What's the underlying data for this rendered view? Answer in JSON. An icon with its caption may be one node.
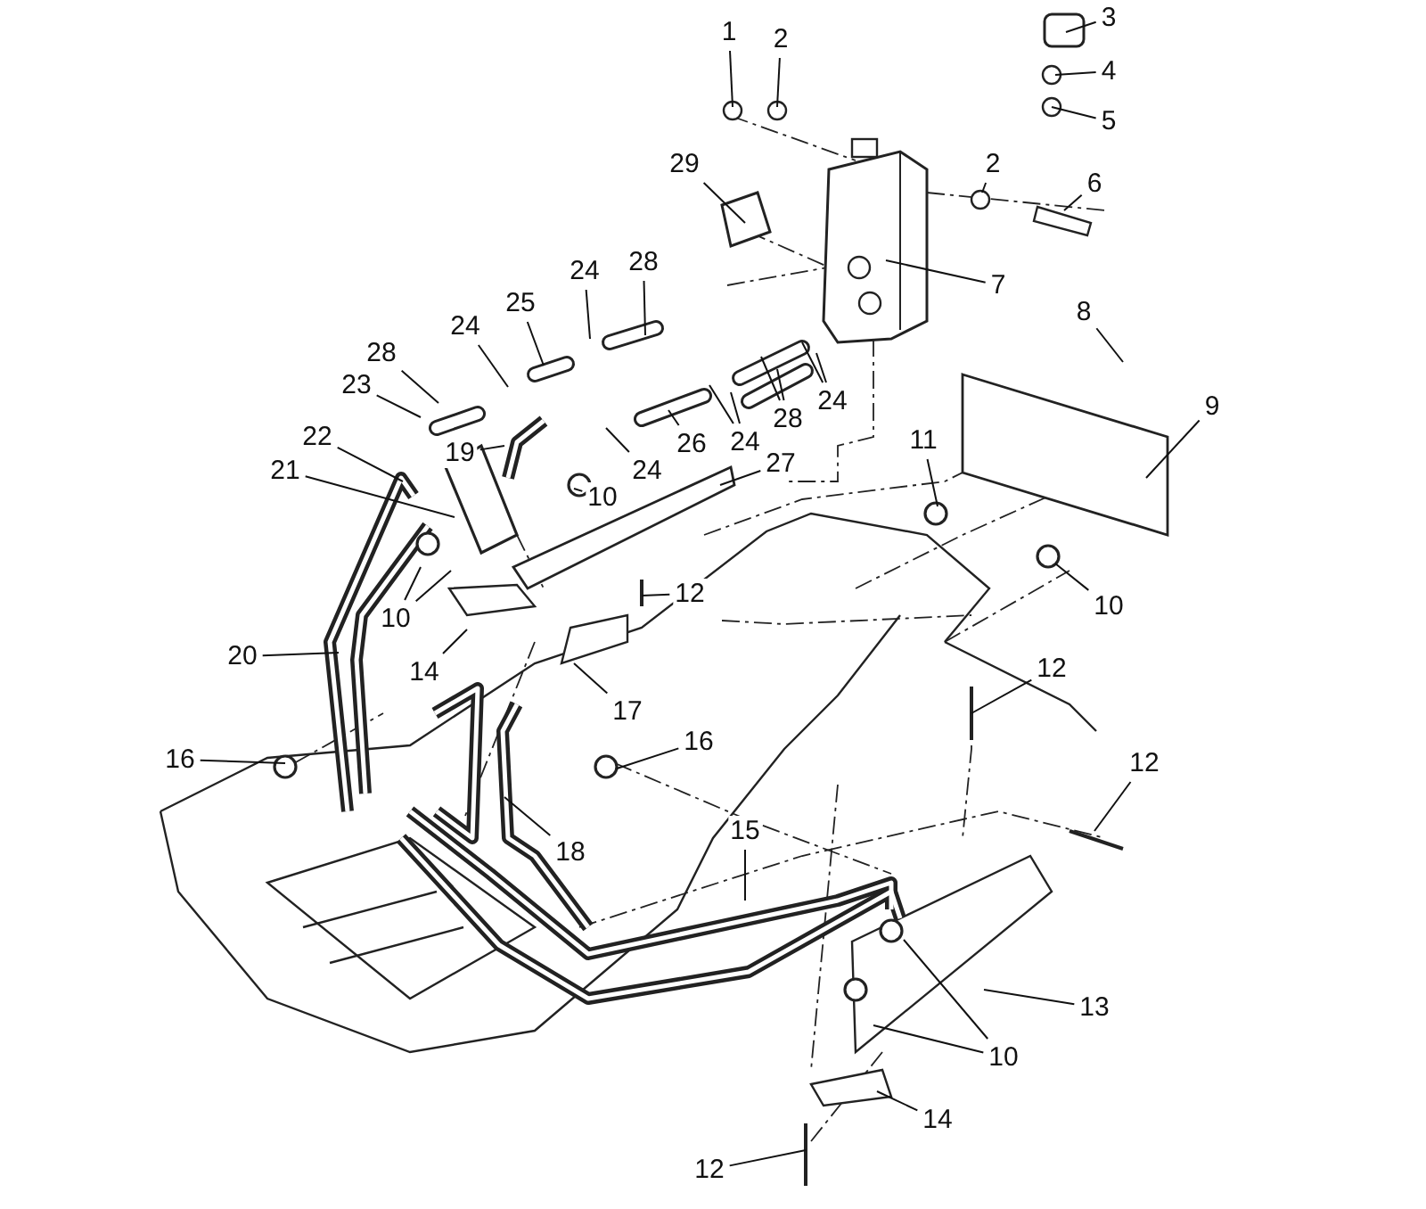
{
  "diagram": {
    "nodes": [
      {
        "text": [
          "1"
        ]
      },
      {
        "text": [
          "2"
        ]
      },
      {
        "text": [
          "3"
        ]
      },
      {
        "text": [
          "4"
        ]
      },
      {
        "text": [
          "5"
        ]
      },
      {
        "text": [
          "2"
        ]
      },
      {
        "text": [
          "6"
        ]
      },
      {
        "text": [
          "29"
        ]
      },
      {
        "text": [
          "7"
        ]
      },
      {
        "text": [
          "24"
        ]
      },
      {
        "text": [
          "28"
        ]
      },
      {
        "text": [
          "25"
        ]
      },
      {
        "text": [
          "24"
        ]
      },
      {
        "text": [
          "28"
        ]
      },
      {
        "text": [
          "23"
        ]
      },
      {
        "text": [
          "8"
        ]
      },
      {
        "text": [
          "24"
        ]
      },
      {
        "text": [
          "28"
        ]
      },
      {
        "text": [
          "24"
        ]
      },
      {
        "text": [
          "22"
        ]
      },
      {
        "text": [
          "9"
        ]
      },
      {
        "text": [
          "19"
        ]
      },
      {
        "text": [
          "26"
        ]
      },
      {
        "text": [
          "11"
        ]
      },
      {
        "text": [
          "24"
        ]
      },
      {
        "text": [
          "21"
        ]
      },
      {
        "text": [
          "10"
        ]
      },
      {
        "text": [
          "27"
        ]
      },
      {
        "text": [
          "12"
        ]
      },
      {
        "text": [
          "10"
        ]
      },
      {
        "text": [
          "10"
        ]
      },
      {
        "text": [
          "20"
        ]
      },
      {
        "text": [
          "14"
        ]
      },
      {
        "text": [
          "12"
        ]
      },
      {
        "text": [
          "17"
        ]
      },
      {
        "text": [
          "16"
        ]
      },
      {
        "text": [
          "16"
        ]
      },
      {
        "text": [
          "12"
        ]
      },
      {
        "text": [
          "15"
        ]
      },
      {
        "text": [
          "18"
        ]
      },
      {
        "text": [
          "13"
        ]
      },
      {
        "text": [
          "10"
        ]
      },
      {
        "text": [
          "14"
        ]
      },
      {
        "text": [
          "12"
        ]
      }
    ],
    "edges": [
      {
        "from": 0,
        "to": null,
        "arrow": "none"
      },
      {
        "from": 1,
        "to": null,
        "arrow": "none"
      },
      {
        "from": 2,
        "to": null,
        "arrow": "none"
      },
      {
        "from": 3,
        "to": null,
        "arrow": "none"
      },
      {
        "from": 4,
        "to": null,
        "arrow": "none"
      },
      {
        "from": 5,
        "to": null,
        "arrow": "none"
      },
      {
        "from": 6,
        "to": null,
        "arrow": "none"
      },
      {
        "from": 7,
        "to": null,
        "arrow": "none"
      },
      {
        "from": 8,
        "to": null,
        "arrow": "none"
      },
      {
        "from": 9,
        "to": null,
        "arrow": "none"
      },
      {
        "from": 10,
        "to": null,
        "arrow": "none"
      },
      {
        "from": 11,
        "to": null,
        "arrow": "none"
      },
      {
        "from": 12,
        "to": null,
        "arrow": "none"
      },
      {
        "from": 13,
        "to": null,
        "arrow": "none"
      },
      {
        "from": 14,
        "to": null,
        "arrow": "none"
      },
      {
        "from": 15,
        "to": null,
        "arrow": "none"
      },
      {
        "from": 16,
        "to": null,
        "arrow": "none"
      },
      {
        "from": 16,
        "to": null,
        "arrow": "none"
      },
      {
        "from": 17,
        "to": null,
        "arrow": "none"
      },
      {
        "from": 17,
        "to": null,
        "arrow": "none"
      },
      {
        "from": 18,
        "to": null,
        "arrow": "none"
      },
      {
        "from": 18,
        "to": null,
        "arrow": "none"
      },
      {
        "from": 19,
        "to": null,
        "arrow": "none"
      },
      {
        "from": 20,
        "to": null,
        "arrow": "none"
      },
      {
        "from": 21,
        "to": null,
        "arrow": "none"
      },
      {
        "from": 22,
        "to": null,
        "arrow": "none"
      },
      {
        "from": 23,
        "to": null,
        "arrow": "none"
      },
      {
        "from": 24,
        "to": null,
        "arrow": "none"
      },
      {
        "from": 25,
        "to": null,
        "arrow": "none"
      },
      {
        "from": 26,
        "to": null,
        "arrow": "none"
      },
      {
        "from": 27,
        "to": null,
        "arrow": "none"
      },
      {
        "from": 28,
        "to": null,
        "arrow": "none"
      },
      {
        "from": 29,
        "to": null,
        "arrow": "none"
      },
      {
        "from": 29,
        "to": null,
        "arrow": "none"
      },
      {
        "from": 30,
        "to": null,
        "arrow": "none"
      },
      {
        "from": 31,
        "to": null,
        "arrow": "none"
      },
      {
        "from": 32,
        "to": null,
        "arrow": "none"
      },
      {
        "from": 33,
        "to": null,
        "arrow": "none"
      },
      {
        "from": 34,
        "to": null,
        "arrow": "none"
      },
      {
        "from": 35,
        "to": null,
        "arrow": "none"
      },
      {
        "from": 36,
        "to": null,
        "arrow": "none"
      },
      {
        "from": 37,
        "to": null,
        "arrow": "none"
      },
      {
        "from": 38,
        "to": null,
        "arrow": "none"
      },
      {
        "from": 39,
        "to": null,
        "arrow": "none"
      },
      {
        "from": 40,
        "to": null,
        "arrow": "none"
      },
      {
        "from": 41,
        "to": null,
        "arrow": "none"
      },
      {
        "from": 41,
        "to": null,
        "arrow": "none"
      },
      {
        "from": 42,
        "to": null,
        "arrow": "none"
      },
      {
        "from": 43,
        "to": null,
        "arrow": "none"
      }
    ]
  }
}
